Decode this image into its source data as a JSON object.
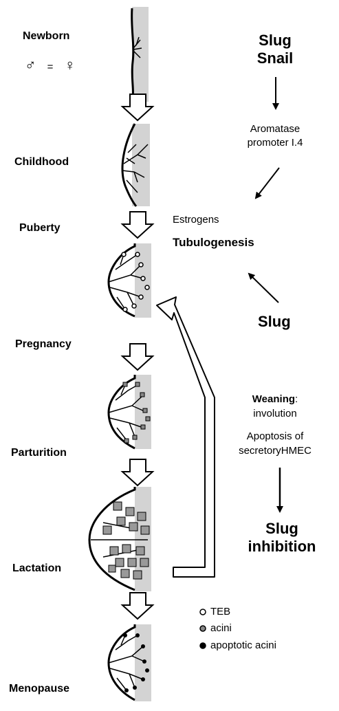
{
  "stages": [
    {
      "id": "newborn",
      "label": "Newborn"
    },
    {
      "id": "childhood",
      "label": "Childhood"
    },
    {
      "id": "puberty",
      "label": "Puberty"
    },
    {
      "id": "pregnancy",
      "label": "Pregnancy"
    },
    {
      "id": "parturition",
      "label": "Parturition"
    },
    {
      "id": "lactation",
      "label": "Lactation"
    },
    {
      "id": "menopause",
      "label": "Menopause"
    }
  ],
  "sex_note": {
    "male": "♂",
    "equals": "=",
    "female": "♀"
  },
  "factors": {
    "slug_snail_1": "Slug",
    "slug_snail_2": "Snail",
    "aromatase_1": "Aromatase",
    "aromatase_2": "promoter I.4",
    "estrogens": "Estrogens",
    "tubulogenesis": "Tubulogenesis",
    "slug": "Slug",
    "weaning_bold": "Weaning",
    "weaning_colon": ":",
    "involution": "involution",
    "apoptosis_1": "Apoptosis of",
    "apoptosis_2": "secretoryHMEC",
    "slug_inhibition_1": "Slug",
    "slug_inhibition_2": "inhibition"
  },
  "legend": [
    {
      "symbol": "open-circle",
      "label": "TEB"
    },
    {
      "symbol": "grey-circle",
      "label": "acini"
    },
    {
      "symbol": "black-circle",
      "label": "apoptotic acini"
    }
  ]
}
